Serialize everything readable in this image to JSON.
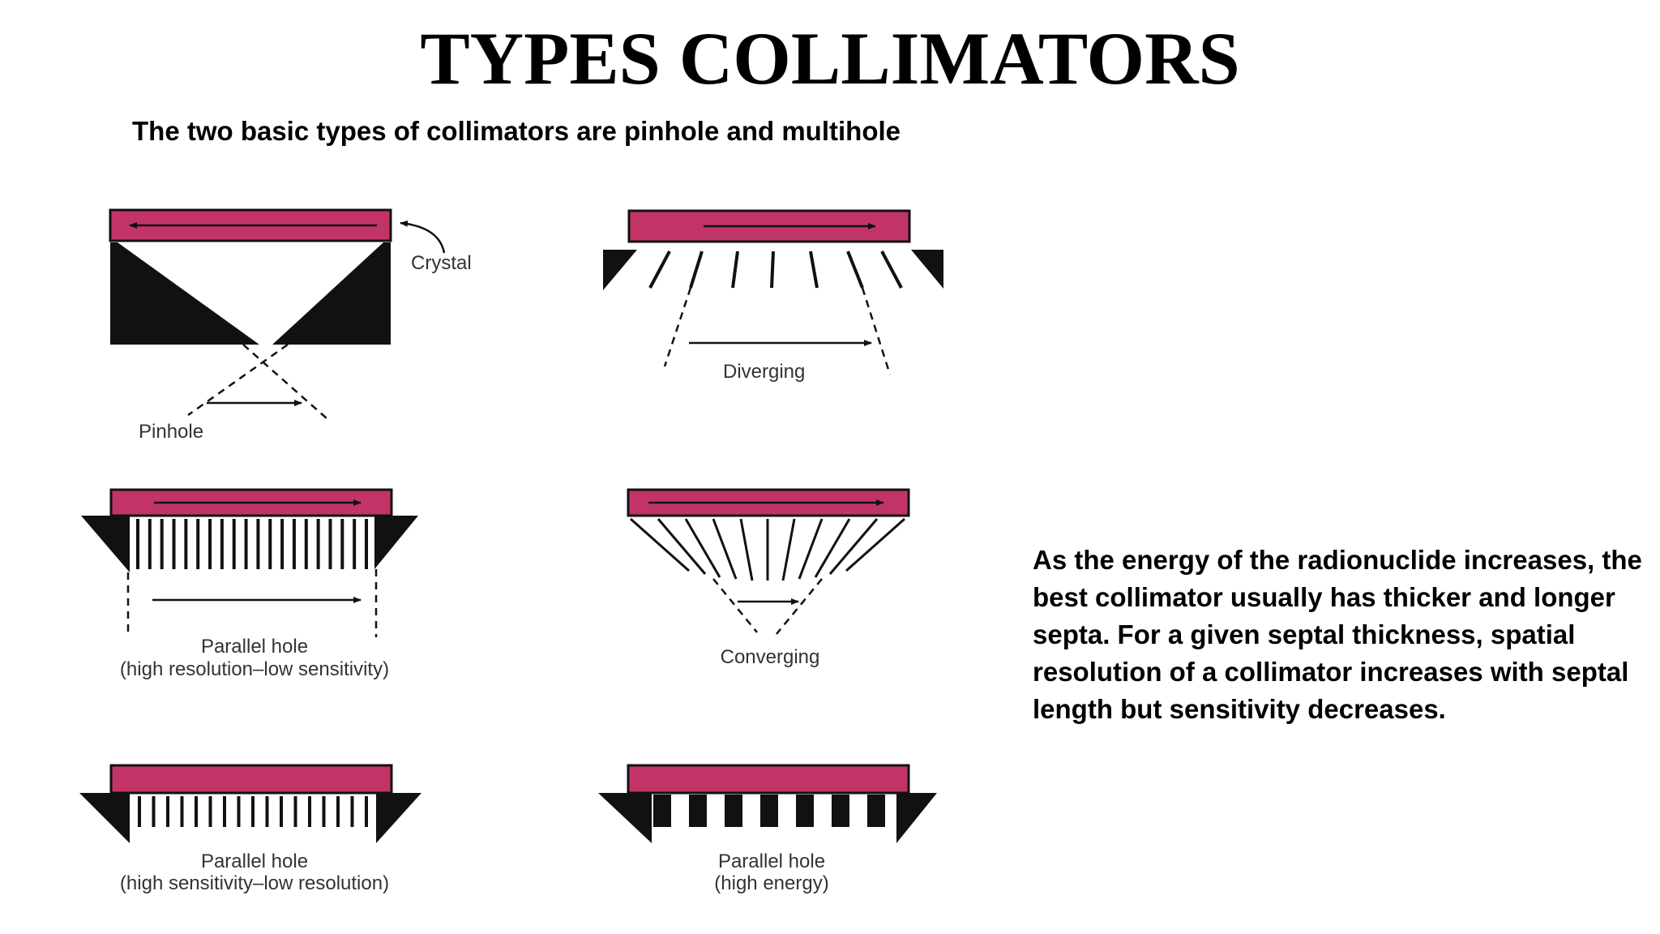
{
  "slide": {
    "title": "TYPES COLLIMATORS",
    "subtitle": "The two basic types of collimators are pinhole and multihole",
    "body_text": "As the energy of the radionuclide increases, the best collimator usually has thicker and longer septa. For a given septal thickness, spatial resolution of a collimator increases with septal length but sensitivity decreases."
  },
  "diagram": {
    "crystal_label": "Crystal",
    "pinhole_label": "Pinhole",
    "diverging_label": "Diverging",
    "parallel_hr_label_1": "Parallel hole",
    "parallel_hr_label_2": "(high resolution–low sensitivity)",
    "converging_label": "Converging",
    "parallel_hs_label_1": "Parallel hole",
    "parallel_hs_label_2": "(high sensitivity–low resolution)",
    "parallel_he_label_1": "Parallel hole",
    "parallel_he_label_2": "(high energy)"
  },
  "colors": {
    "crystal": "#c23468",
    "septa": "#111111",
    "background": "#ffffff"
  }
}
